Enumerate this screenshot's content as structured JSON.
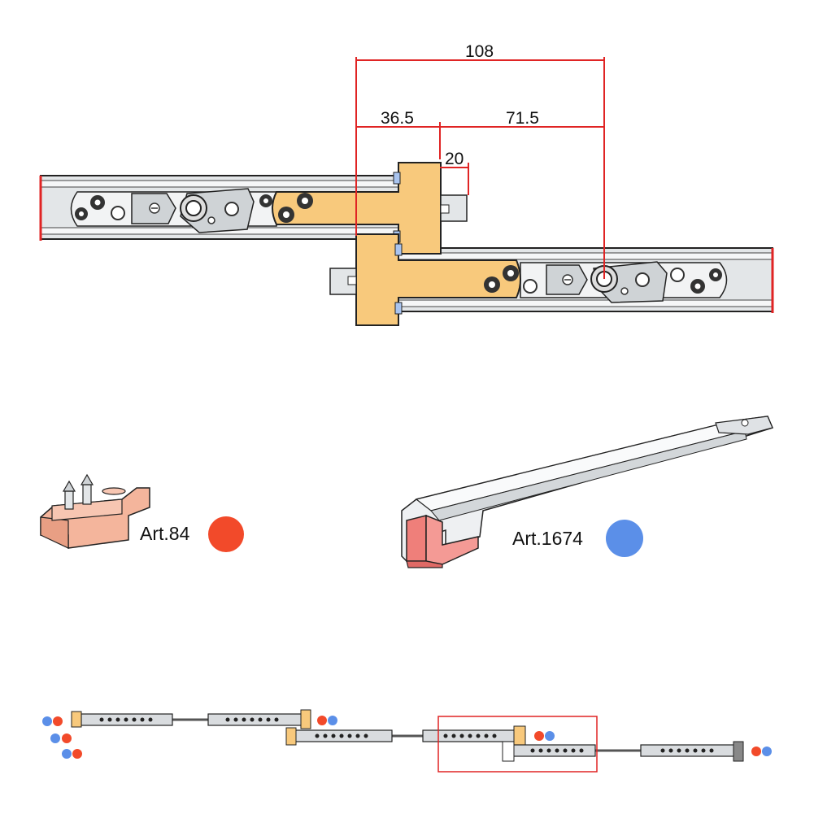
{
  "dimensions": {
    "total": "108",
    "left_offset": "36.5",
    "right_offset": "71.5",
    "pin": "20"
  },
  "articles": [
    {
      "label": "Art.84",
      "color": "#f24a2a"
    },
    {
      "label": "Art.1674",
      "color": "#5b8fe8"
    }
  ],
  "colors": {
    "dimension_line": "#e02424",
    "connector": "#f8c97c",
    "rail": "#d9dcdf",
    "part_84": "#f4b59c",
    "part_1674": "#ef7f7a"
  },
  "icons": [
    "rail-assembly",
    "connector-bracket",
    "dot-marker"
  ]
}
